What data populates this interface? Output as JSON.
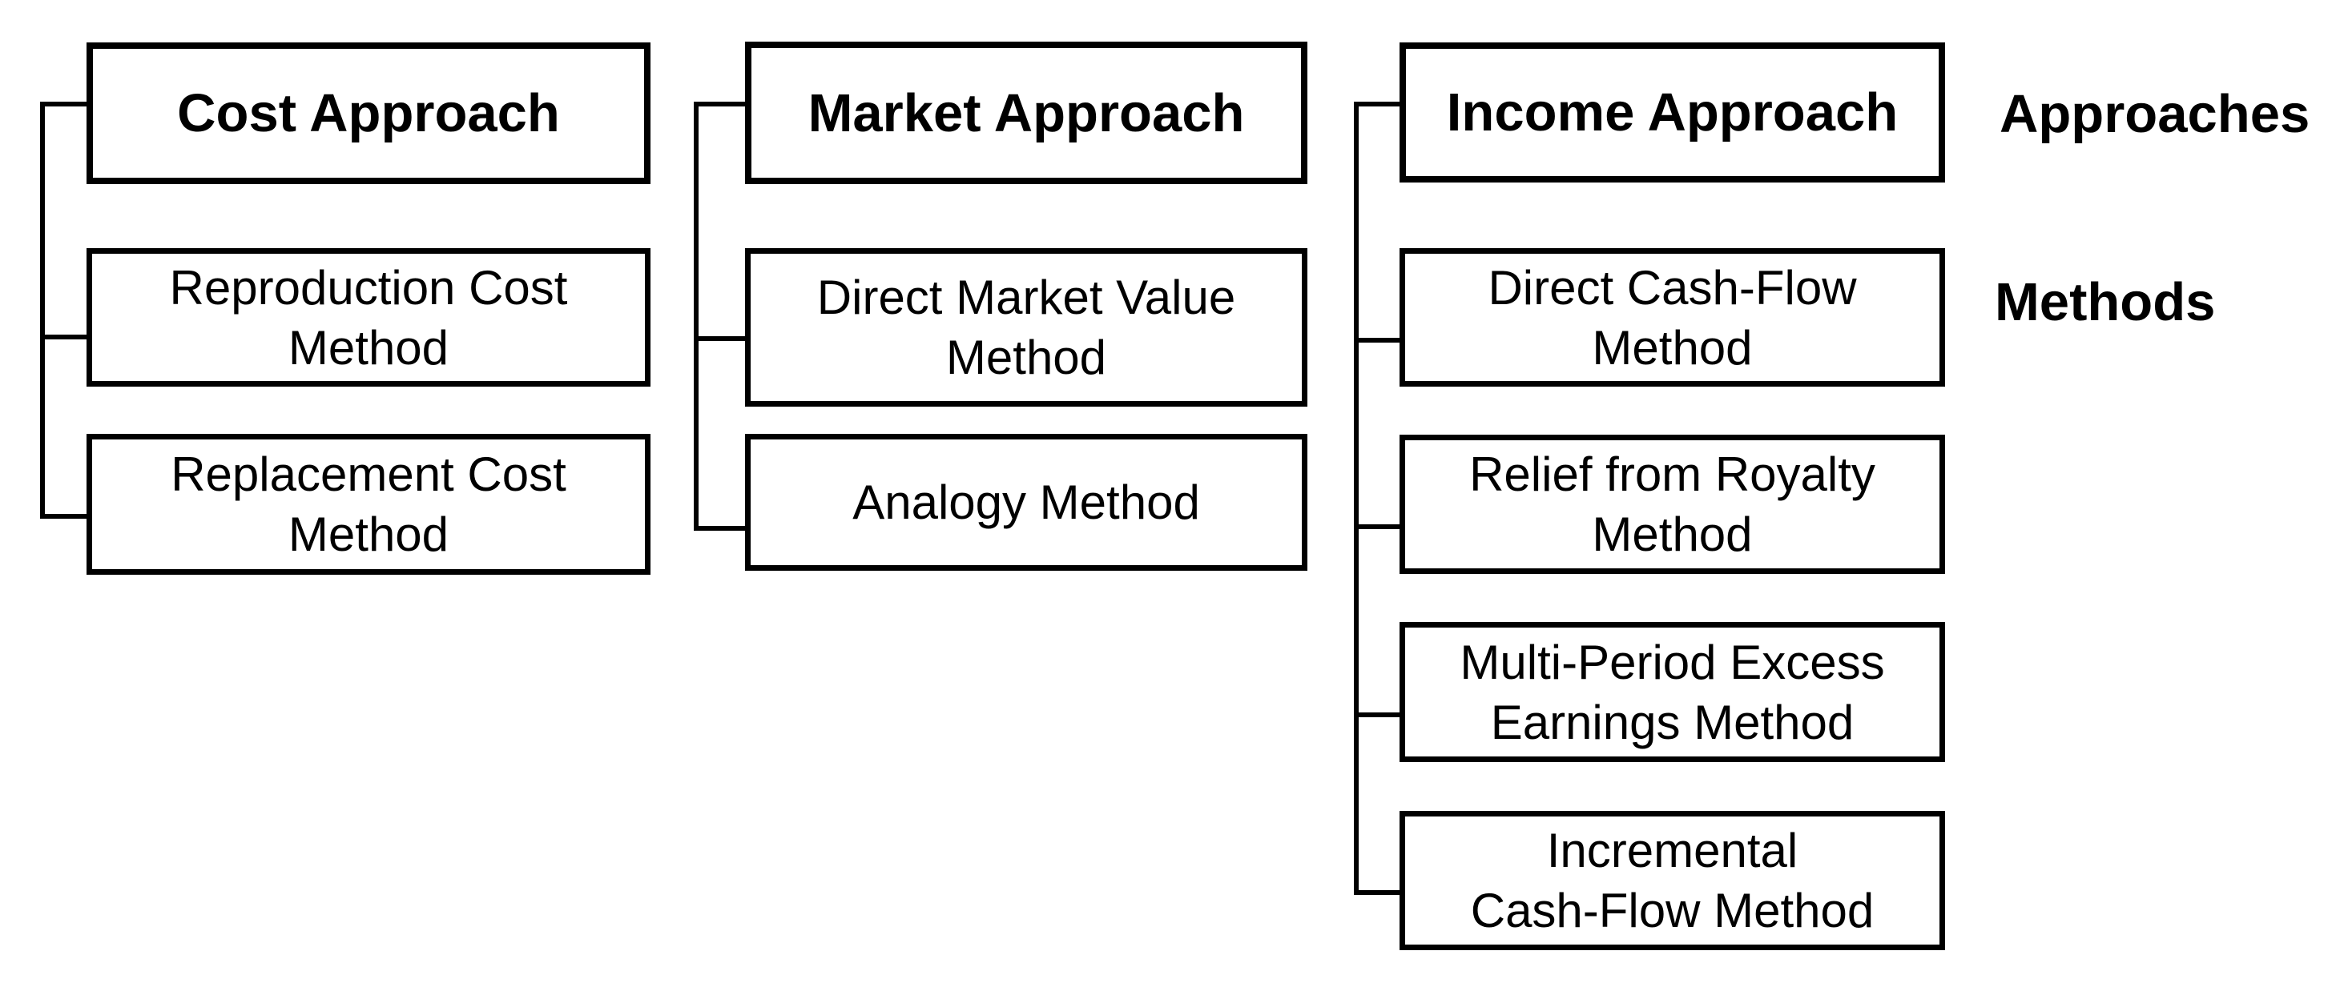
{
  "diagram": {
    "side_labels": {
      "approaches": "Approaches",
      "methods": "Methods"
    },
    "columns": [
      {
        "header": "Cost Approach",
        "methods": [
          {
            "line1": "Reproduction Cost",
            "line2": "Method"
          },
          {
            "line1": "Replacement Cost",
            "line2": "Method"
          }
        ]
      },
      {
        "header": "Market Approach",
        "methods": [
          {
            "line1": "Direct Market Value",
            "line2": "Method"
          },
          {
            "line1": "Analogy Method",
            "line2": ""
          }
        ]
      },
      {
        "header": "Income Approach",
        "methods": [
          {
            "line1": "Direct Cash-Flow",
            "line2": "Method"
          },
          {
            "line1": "Relief from Royalty",
            "line2": "Method"
          },
          {
            "line1": "Multi-Period Excess",
            "line2": "Earnings Method"
          },
          {
            "line1": "Incremental",
            "line2": "Cash-Flow Method"
          }
        ]
      }
    ],
    "colors": {
      "line": "#000000",
      "text": "#000000",
      "background": "#ffffff"
    }
  }
}
